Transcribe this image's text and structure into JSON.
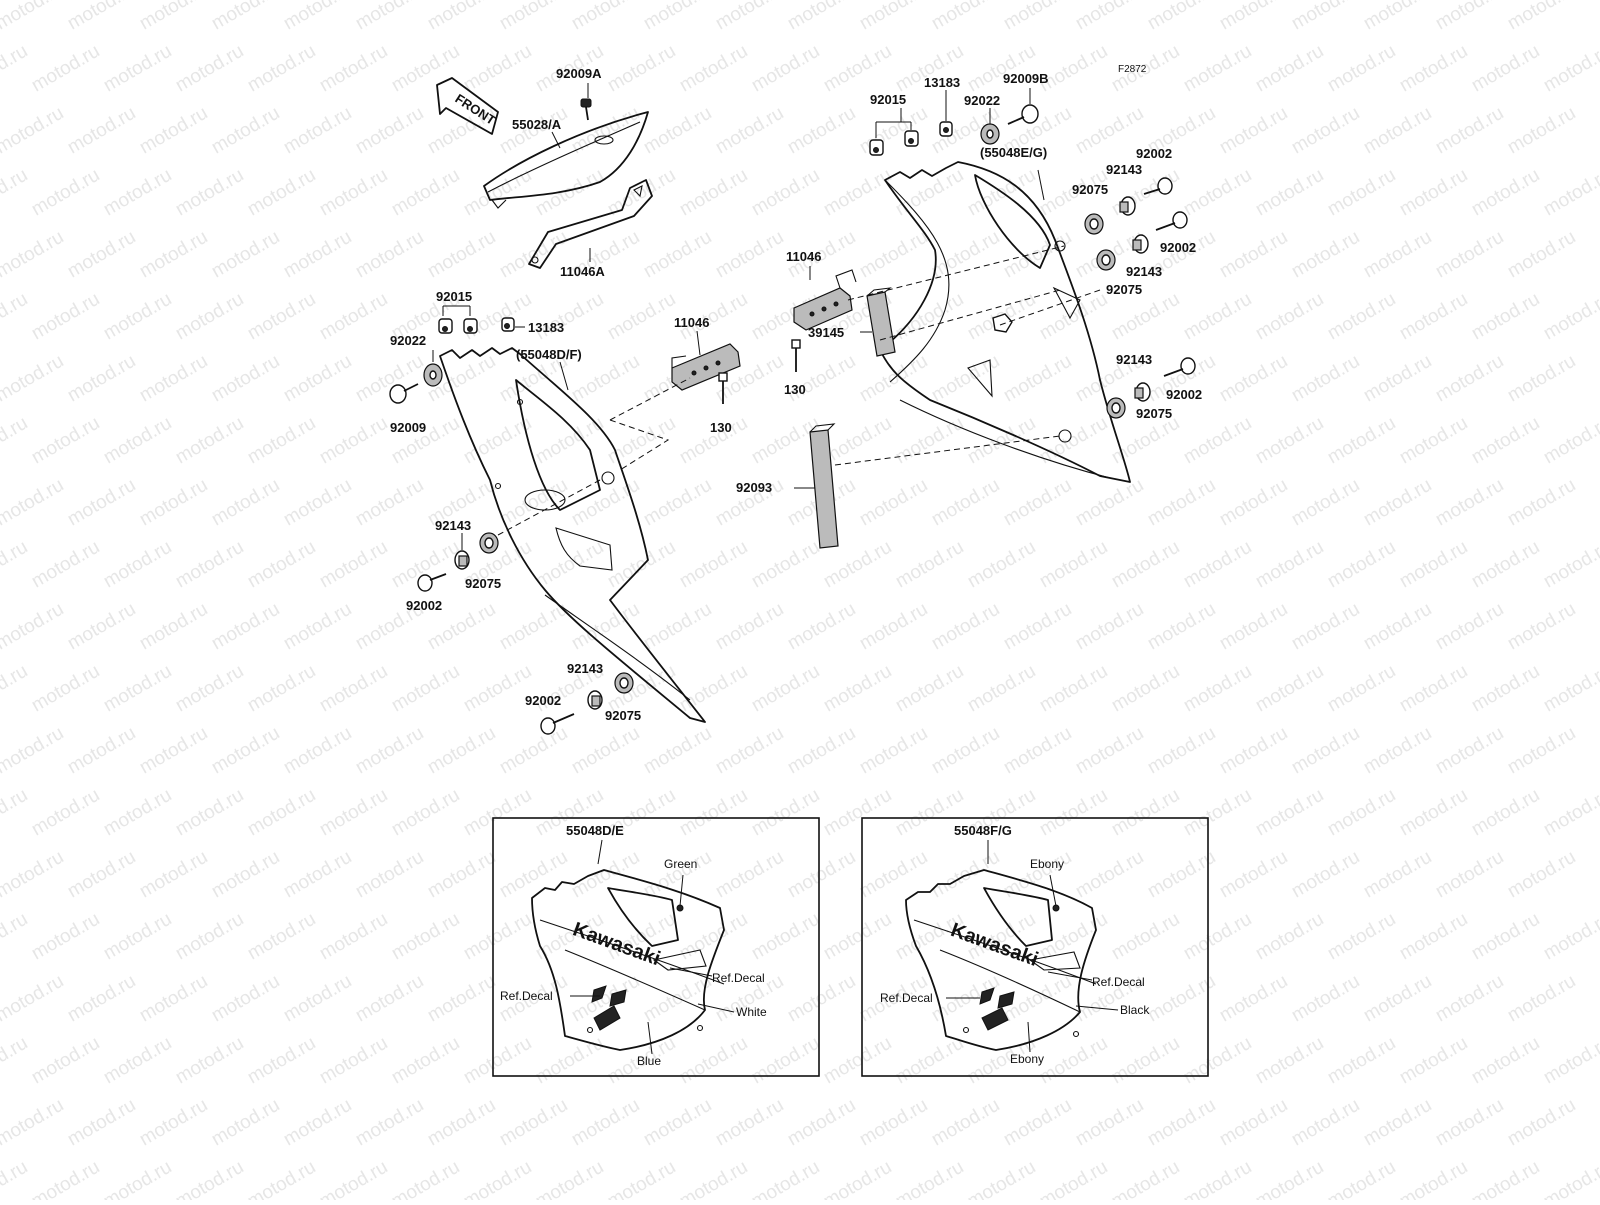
{
  "figure_code": "F2872",
  "watermark": "motod.ru",
  "front_marker": "FRONT",
  "labels": {
    "p92009A": "92009A",
    "p55028A": "55028/A",
    "p11046A": "11046A",
    "p92015_left": "92015",
    "p92022_left": "92022",
    "p13183_left": "13183",
    "p55048DF": "(55048D/F)",
    "p92009": "92009",
    "p11046_left": "11046",
    "p130_left": "130",
    "p92143_left1": "92143",
    "p92075_left1": "92075",
    "p92002_left1": "92002",
    "p92143_left2": "92143",
    "p92002_left2": "92002",
    "p92075_left2": "92075",
    "p92015_right": "92015",
    "p13183_right": "13183",
    "p92022_right": "92022",
    "p92009B": "92009B",
    "p55048EG": "(55048E/G)",
    "p92002_r1": "92002",
    "p92143_r1": "92143",
    "p92075_r1": "92075",
    "p92002_r2": "92002",
    "p92143_r2": "92143",
    "p92075_r2": "92075",
    "p11046_right": "11046",
    "p39145": "39145",
    "p130_right": "130",
    "p92143_r3": "92143",
    "p92002_r3": "92002",
    "p92075_r3": "92075",
    "p92093": "92093"
  },
  "inset_left": {
    "part": "55048D/E",
    "logo": "Kawasaki",
    "callouts": {
      "green": "Green",
      "ref_decal_right": "Ref.Decal",
      "ref_decal_left": "Ref.Decal",
      "white": "White",
      "blue": "Blue"
    }
  },
  "inset_right": {
    "part": "55048F/G",
    "logo": "Kawasaki",
    "callouts": {
      "ebony_top": "Ebony",
      "ref_decal_right": "Ref.Decal",
      "ref_decal_left": "Ref.Decal",
      "black": "Black",
      "ebony_bottom": "Ebony"
    }
  }
}
